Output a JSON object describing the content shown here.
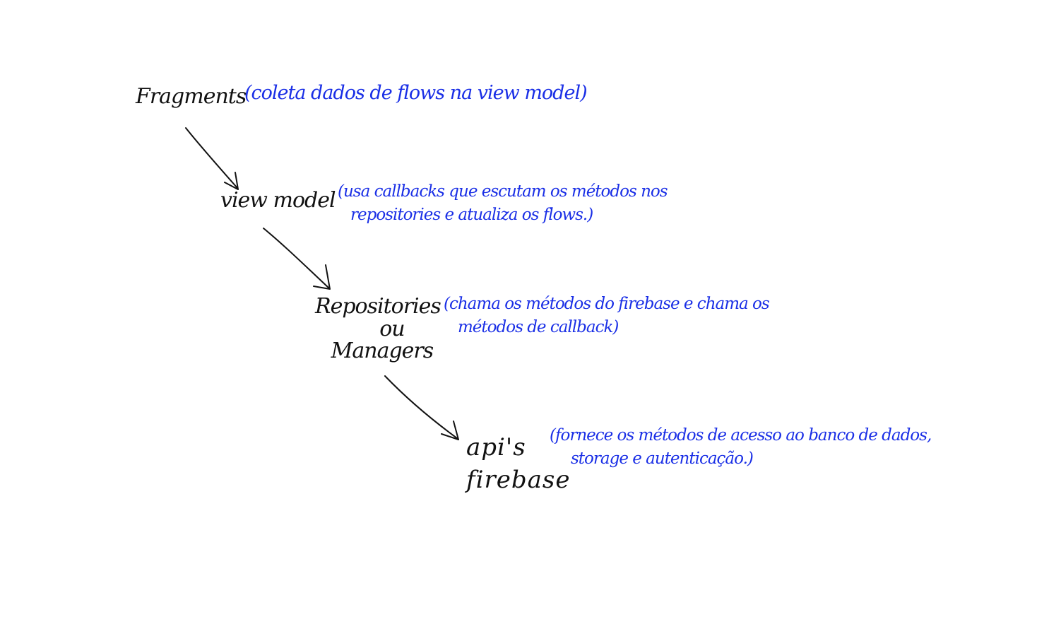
{
  "nodes": [
    {
      "id": "fragments",
      "lines": [
        "Fragments"
      ],
      "note_lines": [
        "(coleta dados de flows na view model)"
      ]
    },
    {
      "id": "viewmodel",
      "lines": [
        "view model"
      ],
      "note_lines": [
        "(usa callbacks que escutam os métodos nos",
        "repositories e atualiza os flows.)"
      ]
    },
    {
      "id": "repositories",
      "lines": [
        "Repositories",
        "ou",
        "Managers"
      ],
      "note_lines": [
        "(chama os métodos do firebase e chama os",
        "métodos de callback)"
      ]
    },
    {
      "id": "apis",
      "lines": [
        "api's",
        "firebase"
      ],
      "note_lines": [
        "(fornece os métodos de acesso ao banco de dados,",
        "storage e autenticação.)"
      ]
    }
  ],
  "colors": {
    "node_text": "#111111",
    "note_text": "#1a2fe6",
    "arrow": "#111111",
    "background": "#ffffff"
  }
}
